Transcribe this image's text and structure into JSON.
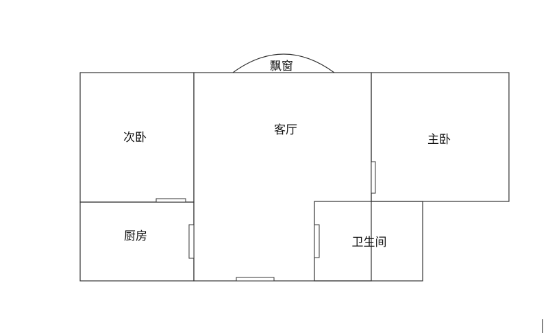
{
  "floorplan": {
    "rooms": {
      "bay_window": "飘窗",
      "second_bedroom": "次卧",
      "living_room": "客厅",
      "master_bedroom": "主卧",
      "kitchen": "厨房",
      "bathroom": "卫生间"
    },
    "colors": {
      "wall": "#333333",
      "background": "#ffffff",
      "text": "#111111"
    }
  }
}
